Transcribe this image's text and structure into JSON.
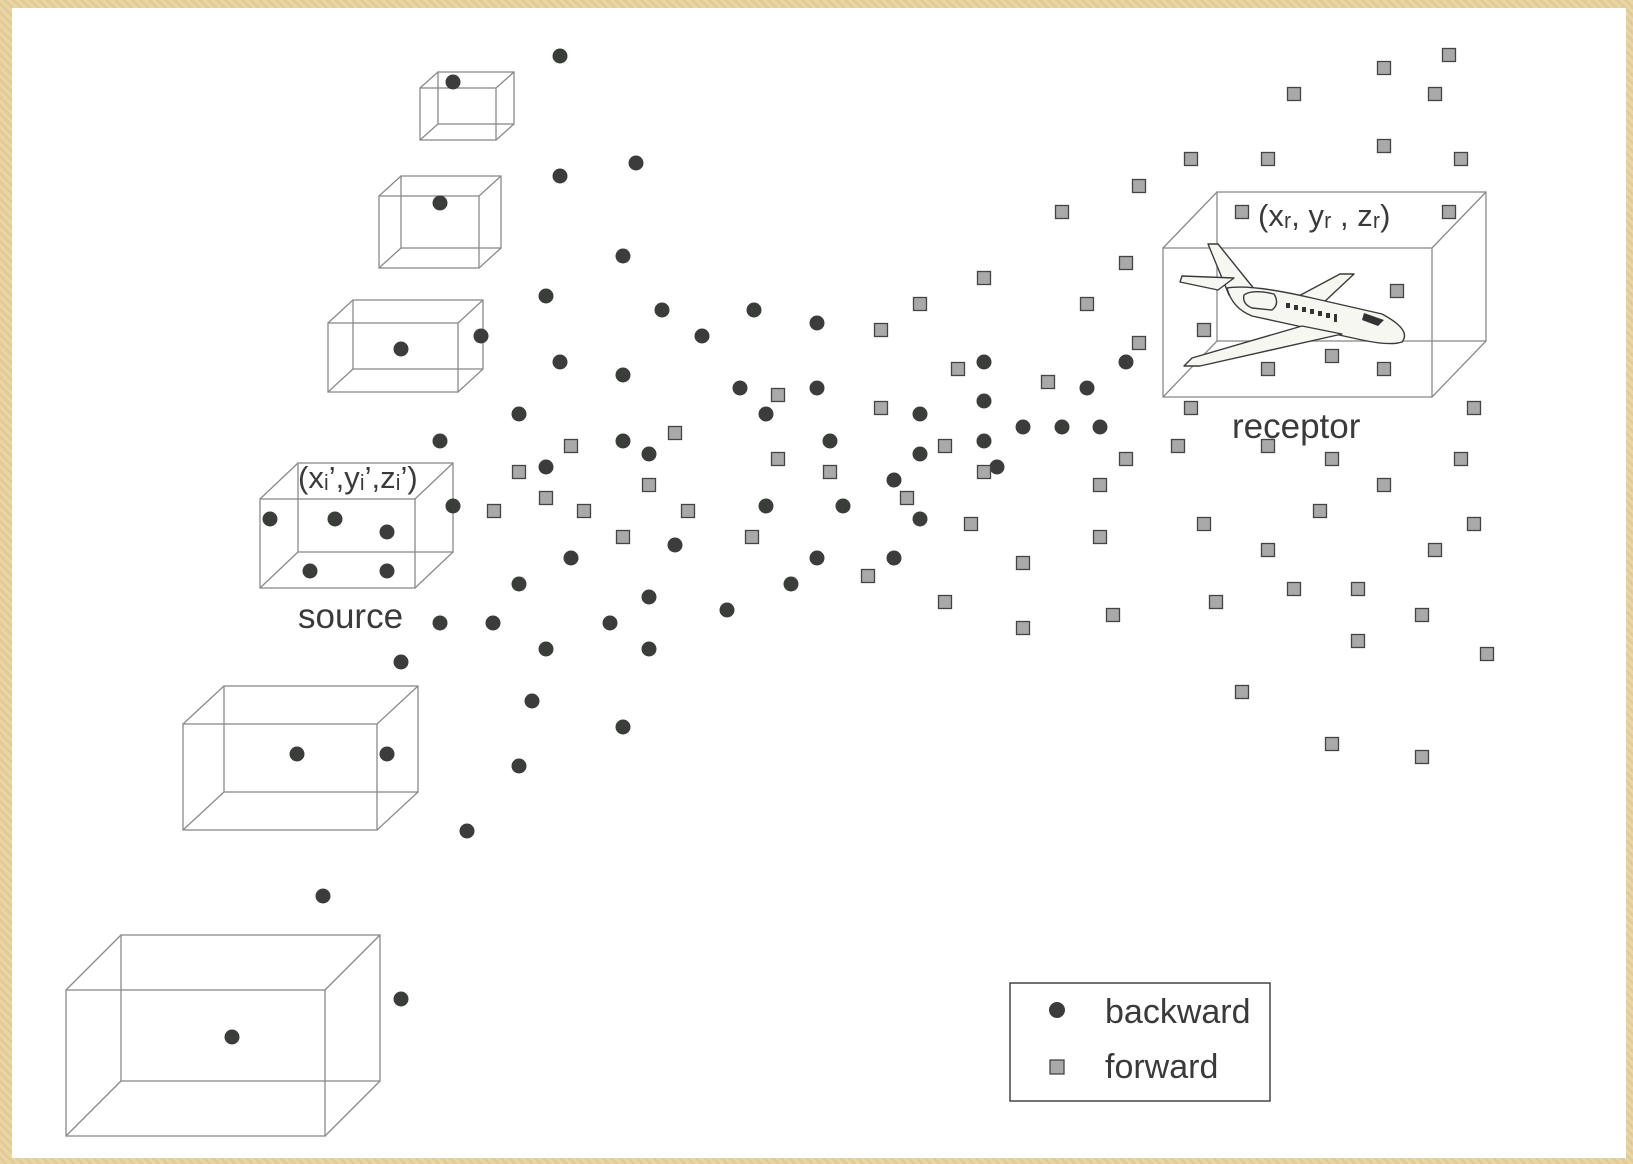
{
  "labels": {
    "source_coord": "(xᵢ’,yᵢ’,zᵢ’)",
    "source": "source",
    "receptor_coord": "(xᵣ, yᵣ , zᵣ)",
    "receptor": "receptor"
  },
  "legend": {
    "backward": "backward",
    "forward": "forward"
  },
  "colors": {
    "backward_dot": "#3b3d3b",
    "forward_square_fill": "#a9a9a9",
    "forward_square_stroke": "#444444",
    "box_stroke": "#8a8a8a",
    "background": "#e8d39c"
  },
  "icons": {
    "receptor": "airplane-icon"
  }
}
